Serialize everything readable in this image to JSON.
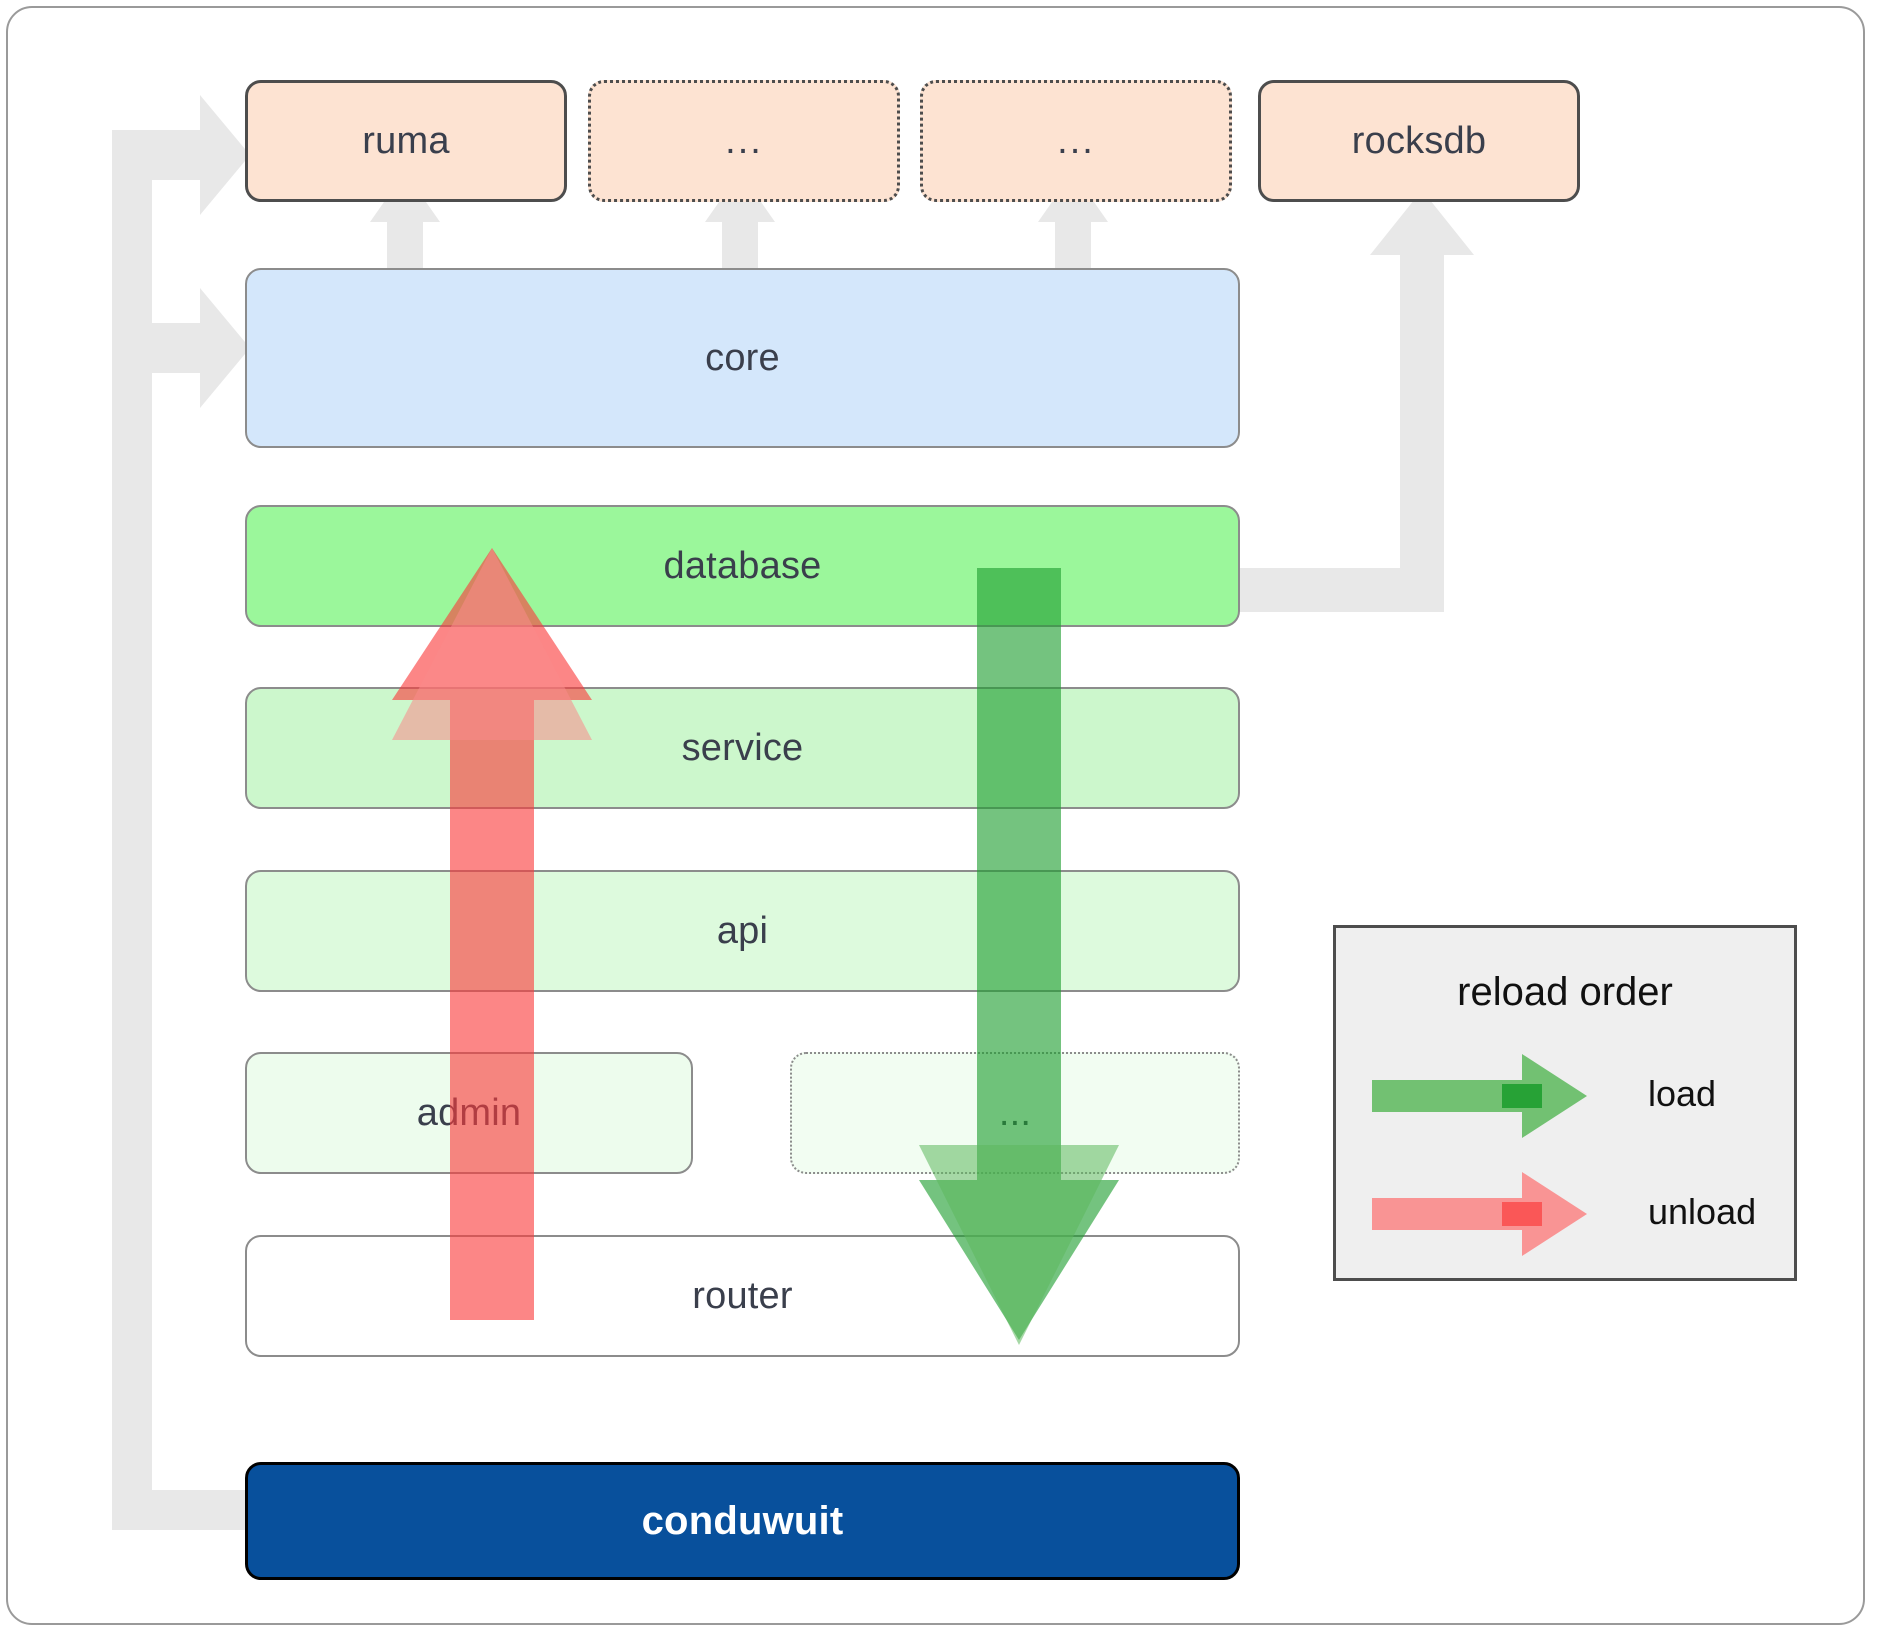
{
  "diagram": {
    "title": "conduwuit crate / reload-order architecture",
    "colors": {
      "dependency_fill": "#fde3d2",
      "dependency_stroke": "#4d4d4d",
      "core_fill": "#d4e7fb",
      "core_stroke": "#8c8c8c",
      "database_fill": "#9bf79b",
      "service_fill": "#ccf7cc",
      "api_fill": "#ddfadd",
      "admin_fill": "#edfced",
      "dots_fill": "#f2fdf2",
      "router_fill": "#ffffff",
      "app_fill": "#08509c",
      "app_text": "#ffffff",
      "load_arrow": "#5cb85c",
      "unload_arrow": "#fa8a8a",
      "connector": "#e8e8e8",
      "legend_fill": "#efefef",
      "legend_stroke": "#4d4d4d",
      "frame_stroke": "#9a9a9a"
    },
    "dependencies": [
      {
        "label": "ruma",
        "style": "solid",
        "name": "dep-node-ruma"
      },
      {
        "label": "...",
        "style": "dotted",
        "name": "dep-node-ellipsis-1"
      },
      {
        "label": "...",
        "style": "dotted",
        "name": "dep-node-ellipsis-2"
      },
      {
        "label": "rocksdb",
        "style": "solid",
        "name": "dep-node-rocksdb"
      }
    ],
    "core": {
      "label": "core"
    },
    "layers": [
      {
        "label": "database",
        "style": "solid",
        "name": "layer-database"
      },
      {
        "label": "service",
        "style": "solid",
        "name": "layer-service"
      },
      {
        "label": "api",
        "style": "solid",
        "name": "layer-api"
      },
      {
        "label": "admin",
        "style": "solid",
        "name": "layer-admin"
      },
      {
        "label": "...",
        "style": "dotted",
        "name": "layer-ellipsis"
      },
      {
        "label": "router",
        "style": "solid",
        "name": "layer-router"
      }
    ],
    "app": {
      "label": "conduwuit"
    },
    "legend": {
      "title": "reload order",
      "items": [
        {
          "label": "load",
          "color": "#5cb85c",
          "name": "legend-item-load"
        },
        {
          "label": "unload",
          "color": "#fa8a8a",
          "name": "legend-item-unload"
        }
      ]
    }
  }
}
